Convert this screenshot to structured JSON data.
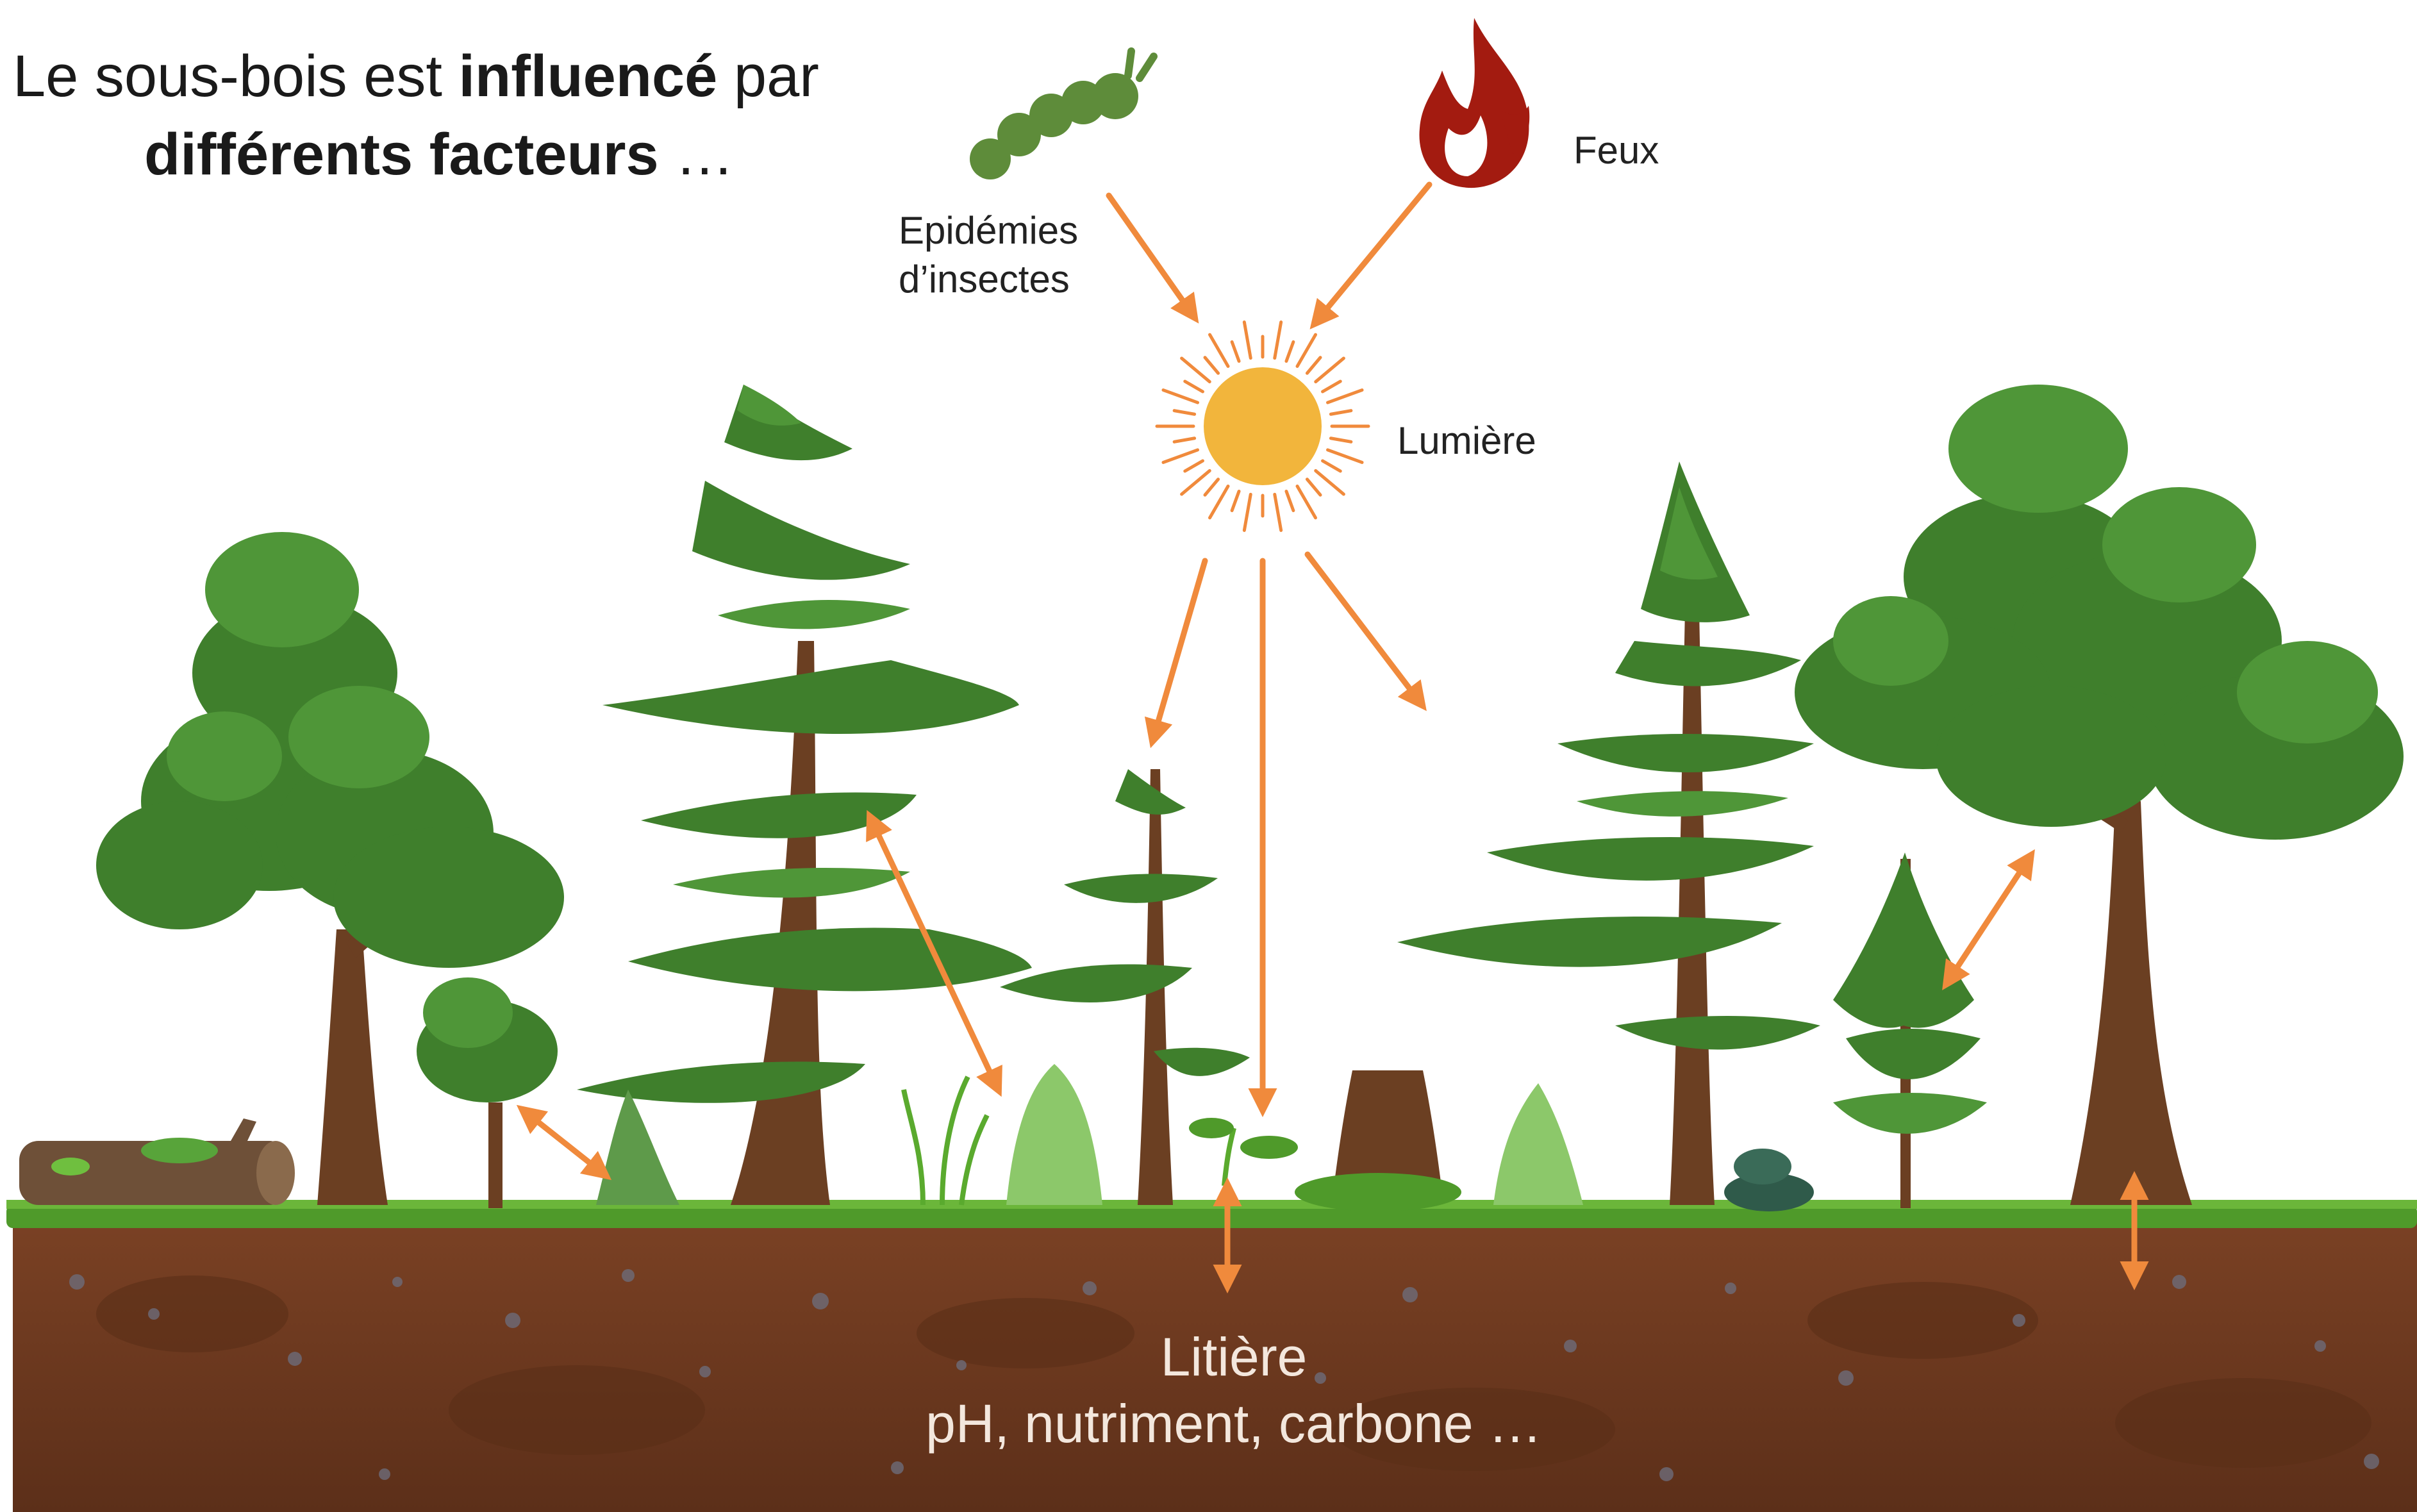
{
  "title": {
    "line1_part1": "Le sous-bois est ",
    "line1_bold": "influencé",
    "line1_part2": " par",
    "line2_bold": "différents facteurs",
    "line2_part2": " …"
  },
  "labels": {
    "insects": [
      "Epidémies",
      "d’insectes"
    ],
    "fire": "Feux",
    "light": "Lumière",
    "litter": "Litière",
    "soil_properties": "pH, nutriment, carbone …"
  },
  "icons": [
    "caterpillar-icon",
    "flame-icon",
    "sun-icon",
    "arrow-icon"
  ],
  "colors": {
    "arrow": "#f08a3c",
    "sun": "#f2b53c",
    "flame": "#a31b10",
    "caterpillar": "#5e8c3a",
    "foliage": "#3f7f2c",
    "trunk": "#6b3f22",
    "soil": "#6a3820",
    "grass": "#4f9a2a"
  }
}
